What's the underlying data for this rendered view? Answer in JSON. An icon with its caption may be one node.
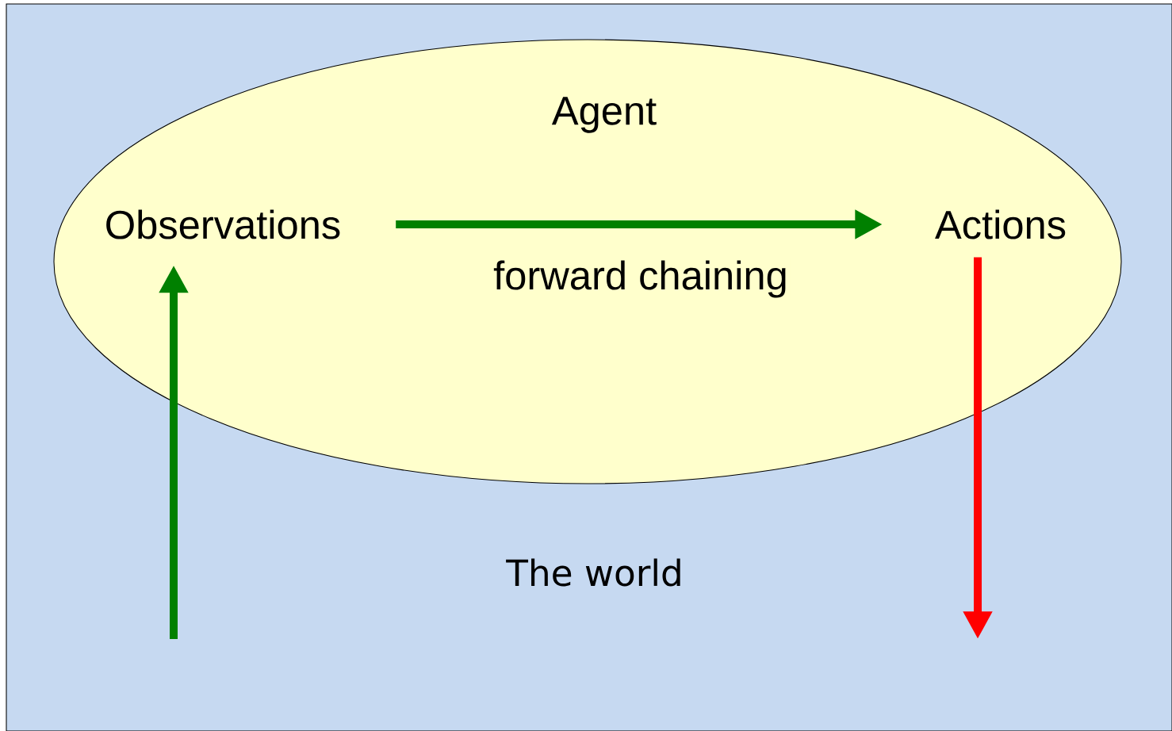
{
  "diagram": {
    "nodes": [
      {
        "text": [
          "The world"
        ]
      },
      {
        "text": [
          "Agent"
        ],
        "in": 0
      },
      {
        "text": [
          "Observations"
        ],
        "in": 1
      },
      {
        "text": [
          "Actions"
        ],
        "in": 1
      }
    ],
    "edges": [
      {
        "from": 2,
        "to": 3,
        "arrow": "to",
        "label": "forward chaining"
      },
      {
        "from": null,
        "to": 2,
        "arrow": "to"
      },
      {
        "from": 3,
        "to": null,
        "arrow": "to",
        "color": "#ff0000"
      }
    ]
  }
}
